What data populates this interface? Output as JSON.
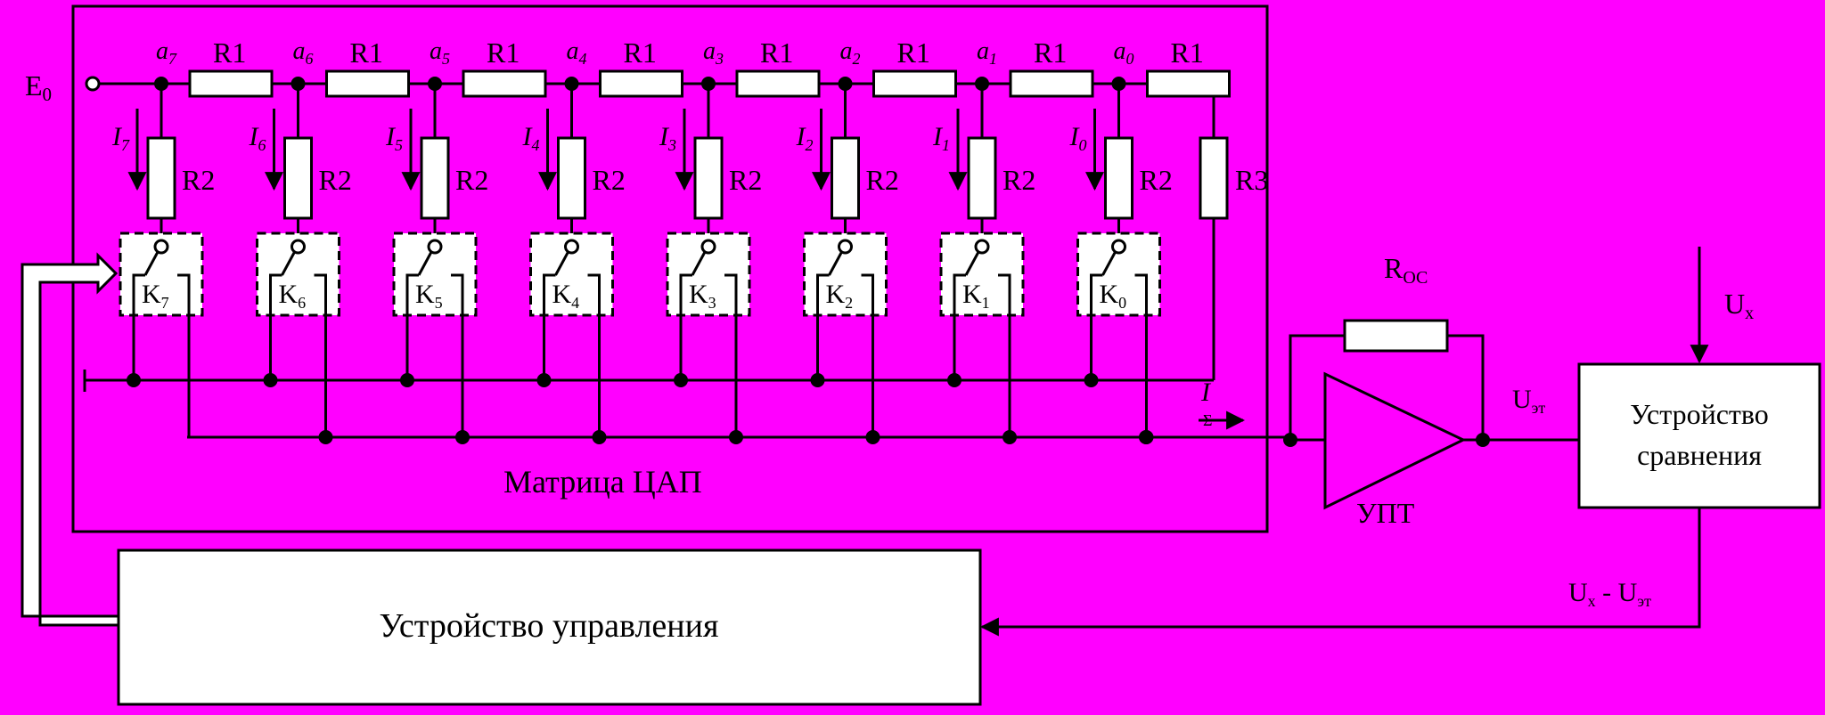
{
  "colors": {
    "background": "#FF00FF",
    "line": "#000000",
    "fill": "#FFFFFF"
  },
  "source": "E",
  "source_sub": "0",
  "resistor_r1": "R1",
  "resistor_r2": "R2",
  "resistor_r3": "R3",
  "node_letter": "a",
  "current_letter": "I",
  "switch_letter": "K",
  "bits": [
    {
      "index": "7"
    },
    {
      "index": "6"
    },
    {
      "index": "5"
    },
    {
      "index": "4"
    },
    {
      "index": "3"
    },
    {
      "index": "2"
    },
    {
      "index": "1"
    },
    {
      "index": "0"
    }
  ],
  "output_current": {
    "letter": "I",
    "sub": "Σ"
  },
  "matrix_label": "Матрица ЦАП",
  "feedback": {
    "letter": "R",
    "sub": "ОС"
  },
  "amplifier_label": "УПТ",
  "u_et": {
    "letter": "U",
    "sub": "эт"
  },
  "u_x": {
    "letter": "U",
    "sub": "x"
  },
  "comparator_label_1": "Устройство",
  "comparator_label_2": "сравнения",
  "difference": {
    "u1": "U",
    "s1": "x",
    "minus": " - ",
    "u2": "U",
    "s2": "эт"
  },
  "control_label": "Устройство управления"
}
